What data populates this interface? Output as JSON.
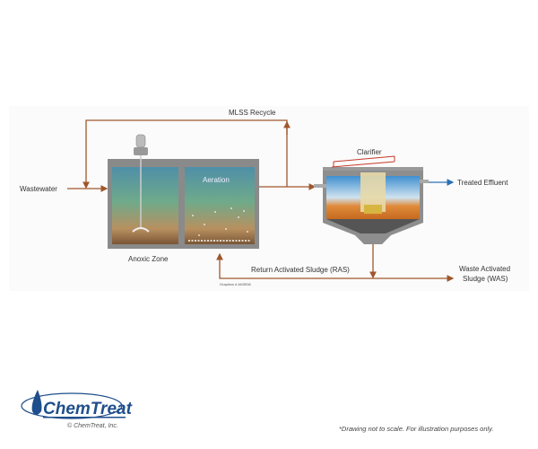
{
  "diagram": {
    "labels": {
      "mlss_recycle": "MLSS Recycle",
      "wastewater": "Wastewater",
      "aeration": "Aeration",
      "anoxic_zone": "Anoxic Zone",
      "clarifier": "Clarifier",
      "treated_effluent": "Treated Effluent",
      "ras": "Return Activated Sludge (RAS)",
      "was_line1": "Waste Activated",
      "was_line2": "Sludge (WAS)",
      "graphics_id": "Graphics # AN3536"
    },
    "colors": {
      "flow": "#a0562c",
      "effluent": "#2a6fb5",
      "tank_wall": "#8a8a8a"
    }
  },
  "footer": {
    "logo_text": "ChemTreat",
    "copyright": "© ChemTreat, Inc.",
    "disclaimer": "*Drawing not to scale. For illustration purposes only."
  }
}
